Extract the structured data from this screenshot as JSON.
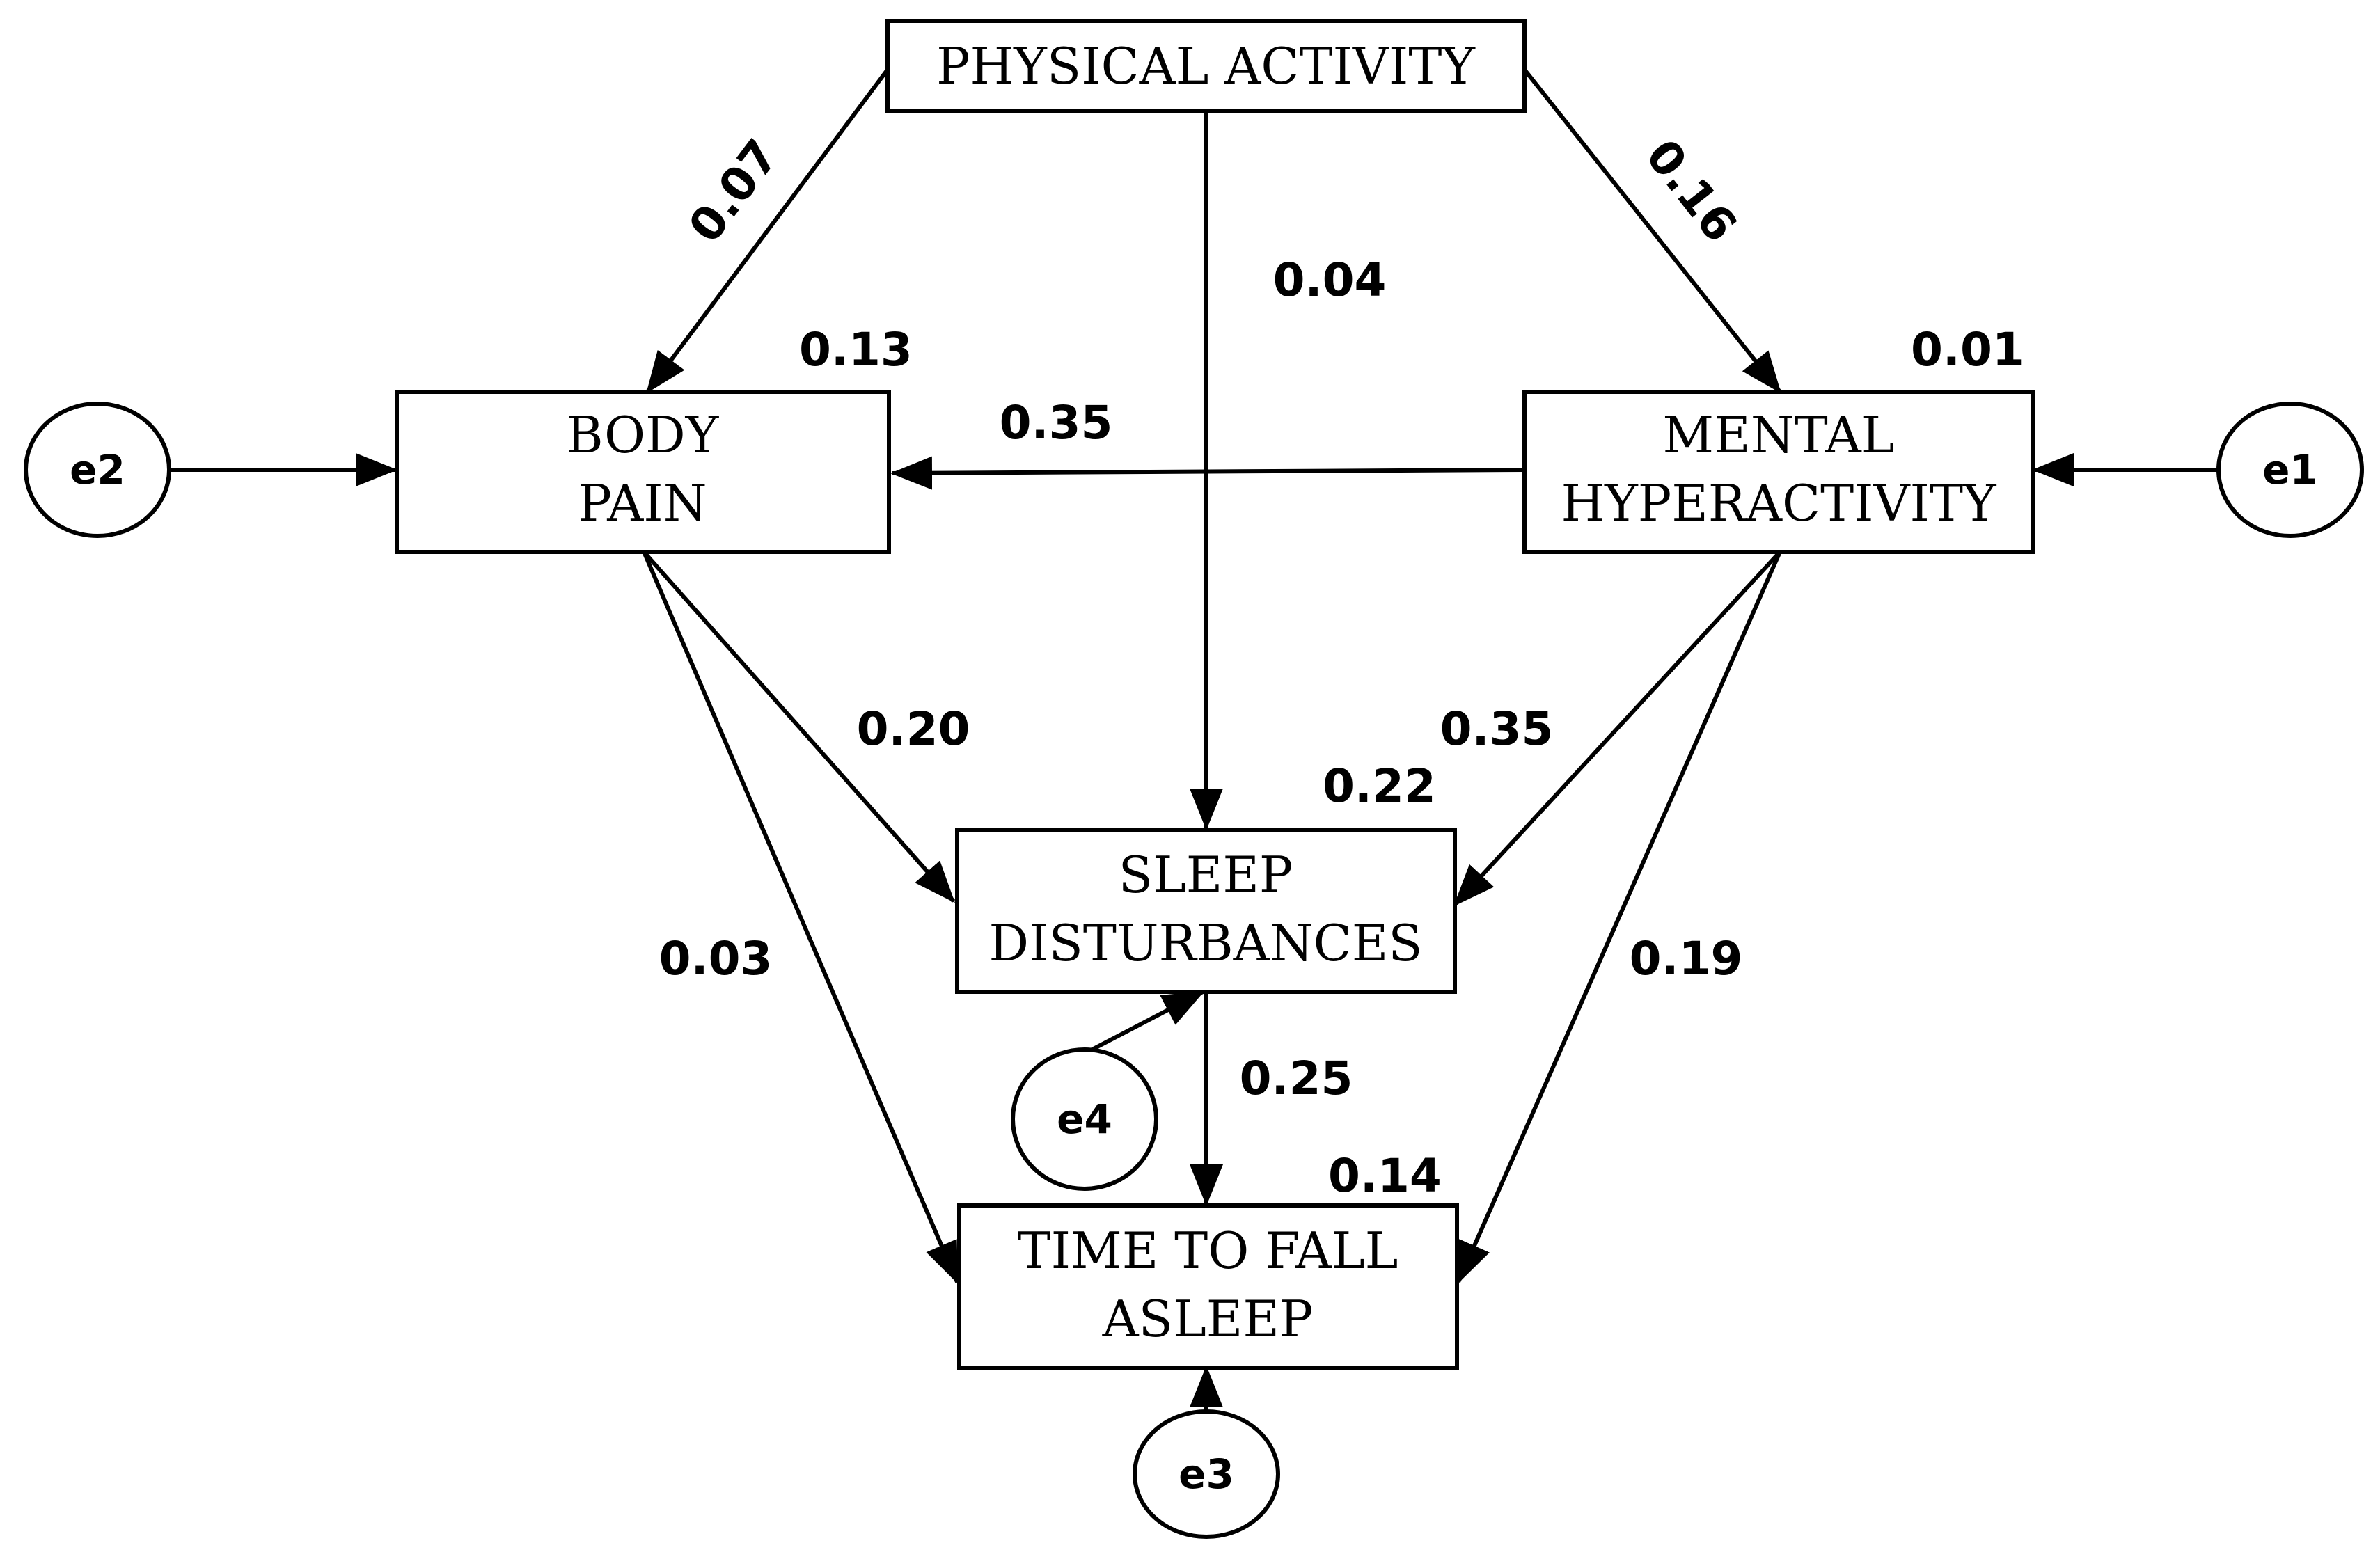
{
  "nodes": {
    "physical_activity": {
      "lines": [
        "PHYSICAL ACTIVITY"
      ]
    },
    "body_pain": {
      "lines": [
        "BODY",
        "PAIN"
      ],
      "r2": "0.13"
    },
    "mental_hyperactivity": {
      "lines": [
        "MENTAL",
        "HYPERACTIVITY"
      ],
      "r2": "0.01"
    },
    "sleep_disturbances": {
      "lines": [
        "SLEEP",
        "DISTURBANCES"
      ],
      "r2": "0.22"
    },
    "time_to_fall_asleep": {
      "lines": [
        "TIME TO FALL",
        "ASLEEP"
      ],
      "r2": "0.14"
    }
  },
  "errors": {
    "e1": "e1",
    "e2": "e2",
    "e3": "e3",
    "e4": "e4"
  },
  "paths": {
    "pa_to_bp": "0.07",
    "pa_to_mh": "0.16",
    "pa_to_sd": "0.04",
    "mh_to_bp": "0.35",
    "bp_to_sd": "0.20",
    "mh_to_sd": "0.35",
    "bp_to_tfa": "0.03",
    "mh_to_tfa": "0.19",
    "sd_to_tfa": "0.25"
  }
}
